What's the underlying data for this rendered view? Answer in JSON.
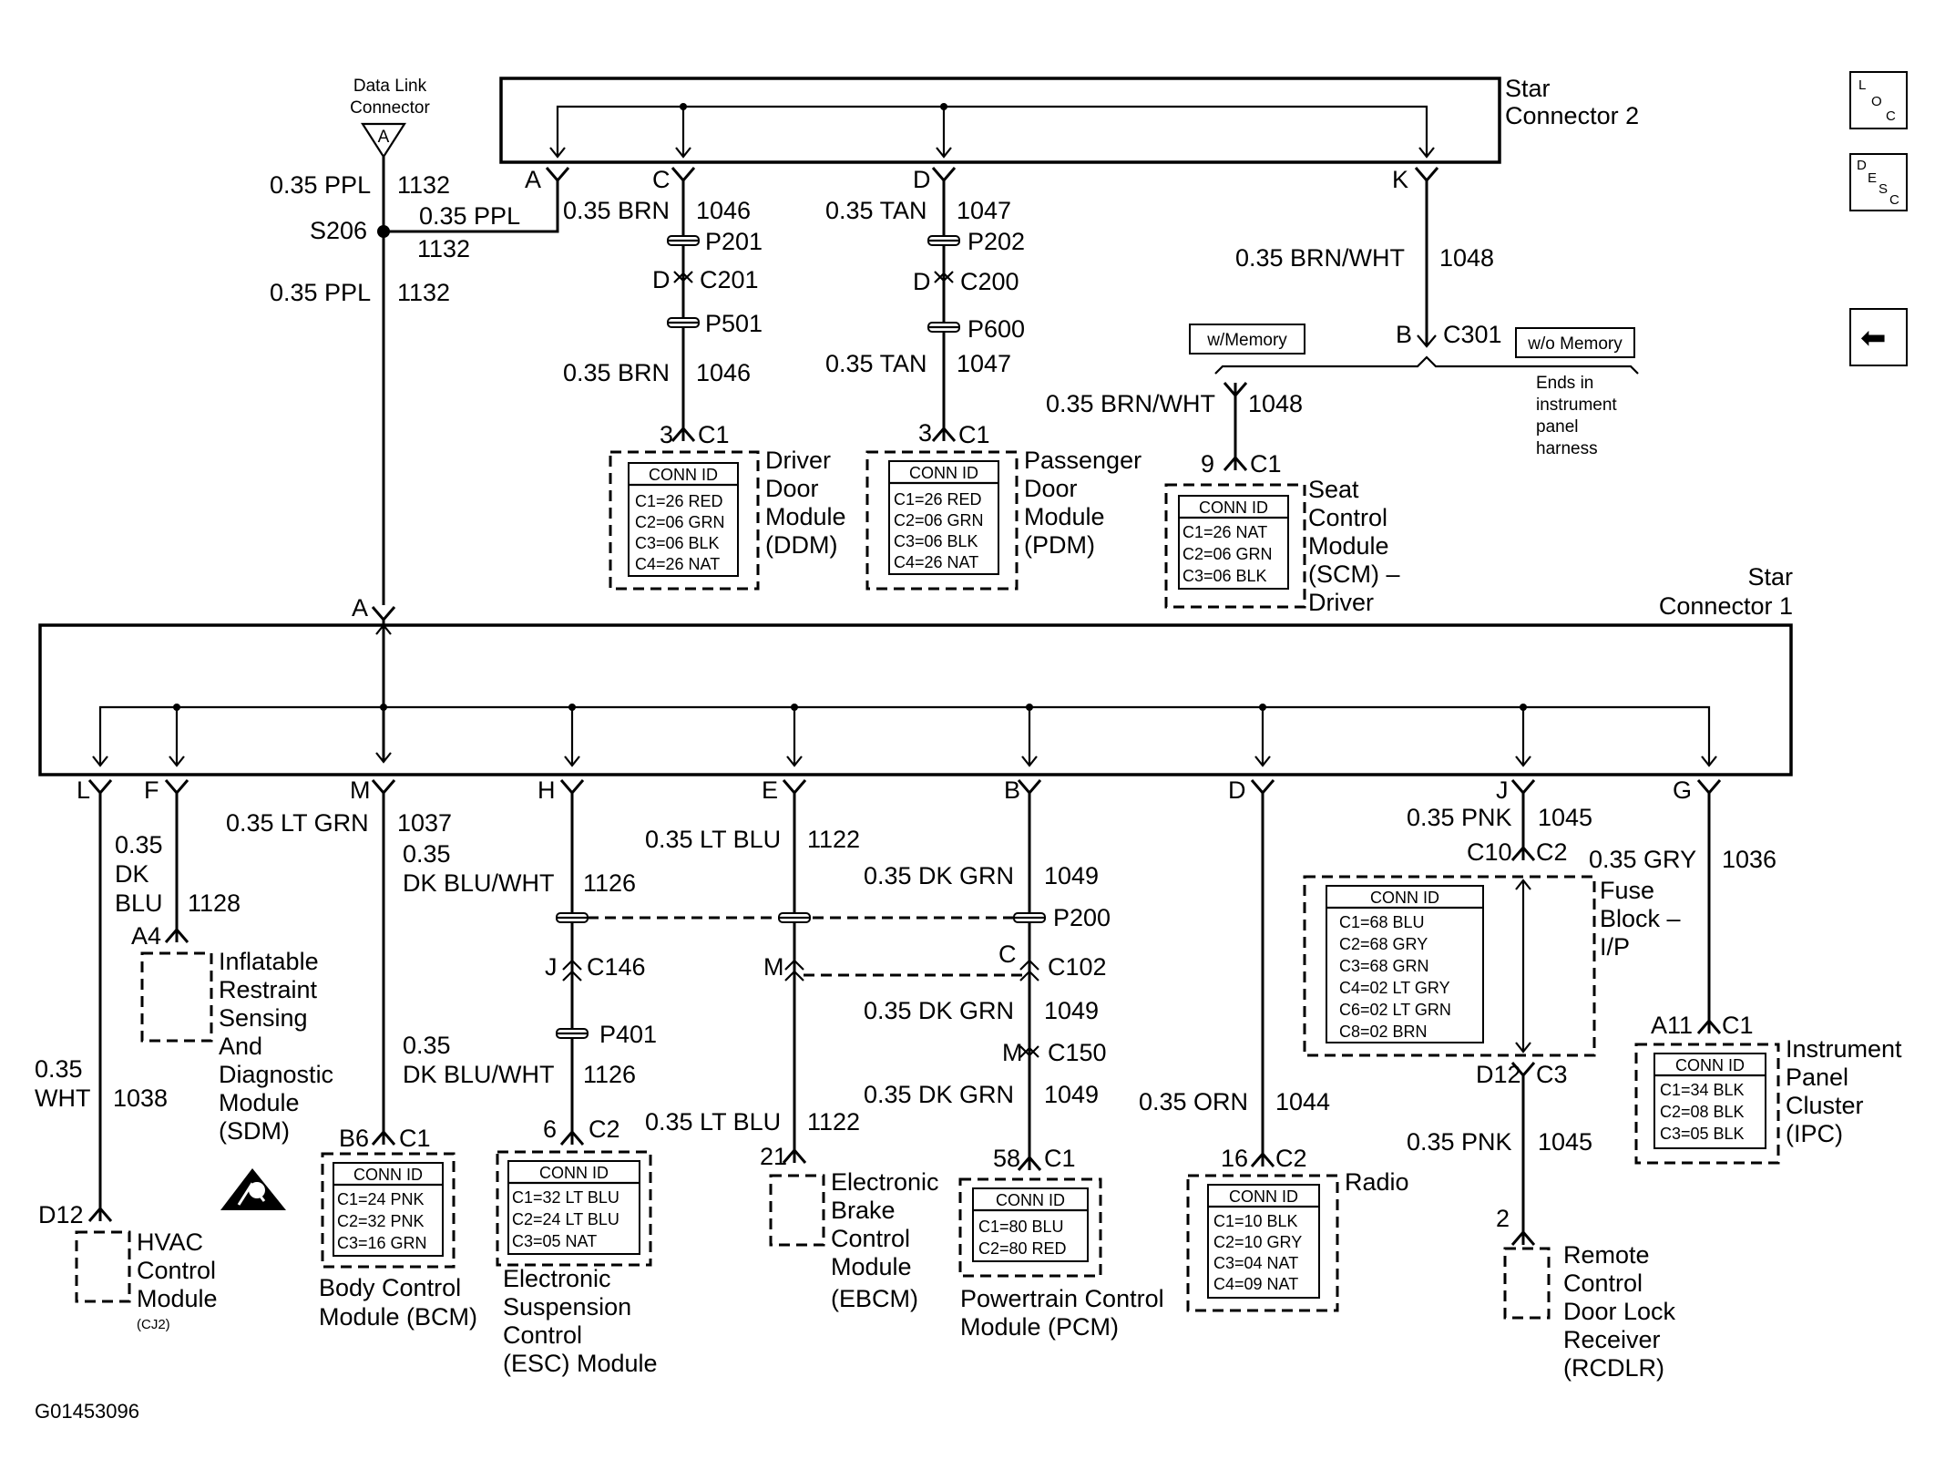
{
  "nav": {
    "loc": [
      "L",
      "O",
      "C"
    ],
    "desc": [
      "D",
      "E",
      "S",
      "C"
    ],
    "back_symbol": "⬅"
  },
  "figure_id": "G01453096",
  "star2": {
    "name": [
      "Star",
      "Connector  2"
    ],
    "pins": [
      "A",
      "C",
      "D",
      "K"
    ]
  },
  "star1": {
    "name": [
      "Star",
      "Connector 1"
    ],
    "pin_top": "A",
    "pins": [
      "L",
      "F",
      "M",
      "H",
      "E",
      "B",
      "D",
      "J",
      "G"
    ]
  },
  "dlc": {
    "name": [
      "Data Link",
      "Connector"
    ],
    "pin": "A",
    "wire_top": [
      "0.35 PPL",
      "1132"
    ],
    "splice": "S206",
    "branch": [
      "0.35 PPL",
      "1132"
    ],
    "wire_bottom": [
      "0.35 PPL",
      "1132"
    ]
  },
  "ddm": {
    "wire1": [
      "0.35 BRN",
      "1046"
    ],
    "inline": [
      "P201",
      "D",
      "C201",
      "P501"
    ],
    "wire2": [
      "0.35 BRN",
      "1046"
    ],
    "pin": [
      "3",
      "C1"
    ],
    "conn_id": [
      "CONN ID",
      "C1=26 RED",
      "C2=06 GRN",
      "C3=06 BLK",
      "C4=26 NAT"
    ],
    "name": [
      "Driver",
      "Door",
      "Module",
      "(DDM)"
    ]
  },
  "pdm": {
    "wire1": [
      "0.35 TAN",
      "1047"
    ],
    "inline": [
      "P202",
      "D",
      "C200",
      "P600"
    ],
    "wire2": [
      "0.35 TAN",
      "1047"
    ],
    "pin": [
      "3",
      "C1"
    ],
    "conn_id": [
      "CONN ID",
      "C1=26 RED",
      "C2=06 GRN",
      "C3=06 BLK",
      "C4=26 NAT"
    ],
    "name": [
      "Passenger",
      "Door",
      "Module",
      "(PDM)"
    ]
  },
  "scm": {
    "wire1": [
      "0.35 BRN/WHT",
      "1048"
    ],
    "c301": [
      "B",
      "C301"
    ],
    "w_memory": "w/Memory",
    "wo_memory": "w/o Memory",
    "ends_note": [
      "Ends in",
      "instrument",
      "panel",
      "harness"
    ],
    "wire2": [
      "0.35 BRN/WHT",
      "1048"
    ],
    "pin": [
      "9",
      "C1"
    ],
    "conn_id": [
      "CONN ID",
      "C1=26 NAT",
      "C2=06 GRN",
      "C3=06 BLK"
    ],
    "name": [
      "Seat",
      "Control",
      "Module",
      "(SCM) –",
      "Driver"
    ]
  },
  "hvac": {
    "wire": [
      "0.35",
      "WHT",
      "1038"
    ],
    "pin": "D12",
    "name": [
      "HVAC",
      "Control",
      "Module"
    ],
    "sub": "(CJ2)"
  },
  "sdm": {
    "wire": [
      "0.35",
      "DK",
      "BLU",
      "1128"
    ],
    "pin": "A4",
    "name": [
      "Inflatable",
      "Restraint",
      "Sensing",
      "And",
      "Diagnostic",
      "Module",
      "(SDM)"
    ]
  },
  "bcm": {
    "wire1": [
      "0.35 LT GRN",
      "1037"
    ],
    "pin": [
      "B6",
      "C1"
    ],
    "conn_id": [
      "CONN ID",
      "C1=24 PNK",
      "C2=32 PNK",
      "C3=16 GRN"
    ],
    "name": [
      "Body Control",
      "Module (BCM)"
    ]
  },
  "esc": {
    "wire1": [
      "0.35",
      "DK BLU/WHT",
      "1126"
    ],
    "inline": [
      "J",
      "C146",
      "P401"
    ],
    "wire2": [
      "0.35",
      "DK BLU/WHT",
      "1126"
    ],
    "pin": [
      "6",
      "C2"
    ],
    "conn_id": [
      "CONN ID",
      "C1=32 LT BLU",
      "C2=24 LT BLU",
      "C3=05 NAT"
    ],
    "name": [
      "Electronic",
      "Suspension",
      "Control",
      "(ESC) Module"
    ]
  },
  "ebcm": {
    "wire1": [
      "0.35 LT BLU",
      "1122"
    ],
    "inline": [
      "M"
    ],
    "wire2": [
      "0.35 LT BLU",
      "1122"
    ],
    "pin": "21",
    "name": [
      "Electronic",
      "Brake",
      "Control",
      "Module",
      "(EBCM)"
    ]
  },
  "pcm": {
    "wire1": [
      "0.35 DK GRN",
      "1049"
    ],
    "inline": [
      "P200",
      "C",
      "C102",
      "M",
      "C150"
    ],
    "wire2": [
      "0.35 DK GRN",
      "1049"
    ],
    "wire3": [
      "0.35 DK GRN",
      "1049"
    ],
    "pin": [
      "58",
      "C1"
    ],
    "conn_id": [
      "CONN ID",
      "C1=80 BLU",
      "C2=80 RED"
    ],
    "name": [
      "Powertrain Control",
      "Module (PCM)"
    ]
  },
  "radio": {
    "wire": [
      "0.35 ORN",
      "1044"
    ],
    "pin": [
      "16",
      "C2"
    ],
    "conn_id": [
      "CONN ID",
      "C1=10 BLK",
      "C2=10 GRY",
      "C3=04 NAT",
      "C4=09 NAT"
    ],
    "name": [
      "Radio"
    ]
  },
  "fuse": {
    "wire1": [
      "0.35 PNK",
      "1045"
    ],
    "pin_top": [
      "C10",
      "C2"
    ],
    "conn_id": [
      "CONN ID",
      "C1=68 BLU",
      "C2=68 GRY",
      "C3=68 GRN",
      "C4=02 LT GRY",
      "C6=02 LT GRN",
      "C8=02 BRN"
    ],
    "name": [
      "Fuse",
      "Block –",
      "I/P"
    ],
    "pin_bottom": [
      "D12",
      "C3"
    ]
  },
  "rcdlr": {
    "wire": [
      "0.35 PNK",
      "1045"
    ],
    "pin": "2",
    "name": [
      "Remote",
      "Control",
      "Door Lock",
      "Receiver",
      "(RCDLR)"
    ]
  },
  "ipc": {
    "wire": [
      "0.35 GRY",
      "1036"
    ],
    "pin": [
      "A11",
      "C1"
    ],
    "conn_id": [
      "CONN ID",
      "C1=34 BLK",
      "C2=08 BLK",
      "C3=05 BLK"
    ],
    "name": [
      "Instrument",
      "Panel",
      "Cluster",
      "(IPC)"
    ]
  }
}
